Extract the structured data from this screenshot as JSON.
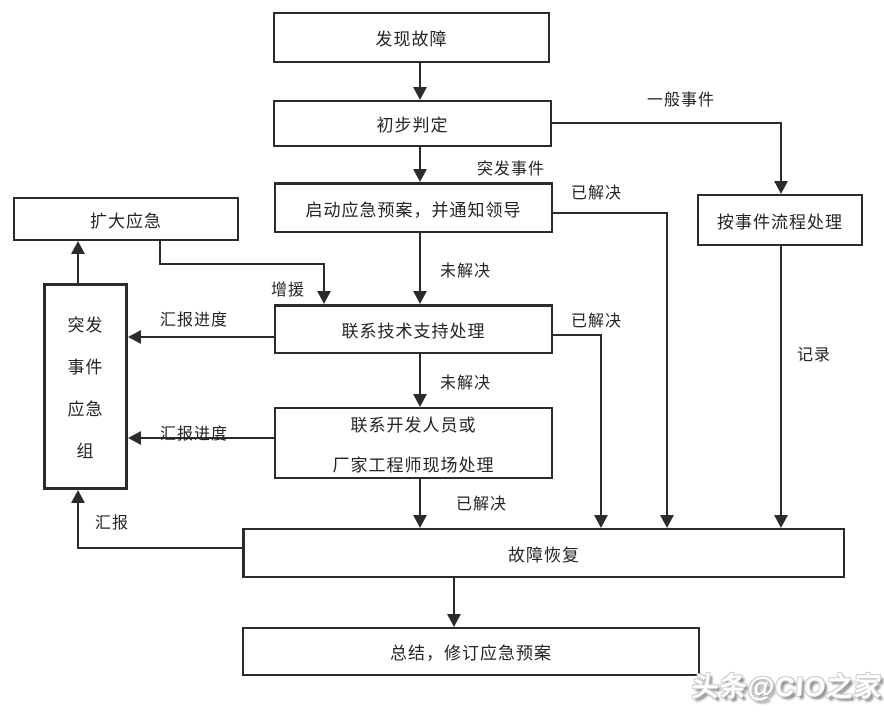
{
  "diagram": {
    "type": "flowchart",
    "colors": {
      "ink": "#2b2b2b",
      "background": "#ffffff",
      "watermark_text": "#ffffff"
    },
    "nodes": {
      "discover": {
        "label": "发现故障"
      },
      "initial": {
        "label": "初步判定"
      },
      "start_plan": {
        "label": "启动应急预案，并通知领导"
      },
      "general_process": {
        "label": "按事件流程处理"
      },
      "expand": {
        "label": "扩大应急"
      },
      "tech_support": {
        "label": "联系技术支持处理"
      },
      "emergency_group": {
        "label": "突发事件应急组",
        "lines": [
          "突发",
          "事件",
          "应急",
          "组"
        ]
      },
      "dev_vendor": {
        "label": "联系开发人员或厂家工程师现场处理",
        "line1": "联系开发人员或",
        "line2": "厂家工程师现场处理"
      },
      "recovery": {
        "label": "故障恢复"
      },
      "summary": {
        "label": "总结，修订应急预案"
      }
    },
    "edge_labels": {
      "general_event": "一般事件",
      "emergency_event": "突发事件",
      "resolved_1": "已解决",
      "unresolved_1": "未解决",
      "reinforce": "增援",
      "report_progress_1": "汇报进度",
      "resolved_2": "已解决",
      "unresolved_2": "未解决",
      "report_progress_2": "汇报进度",
      "resolved_3": "已解决",
      "record": "记录",
      "report": "汇报"
    },
    "watermark": "头条@CIO之家"
  }
}
